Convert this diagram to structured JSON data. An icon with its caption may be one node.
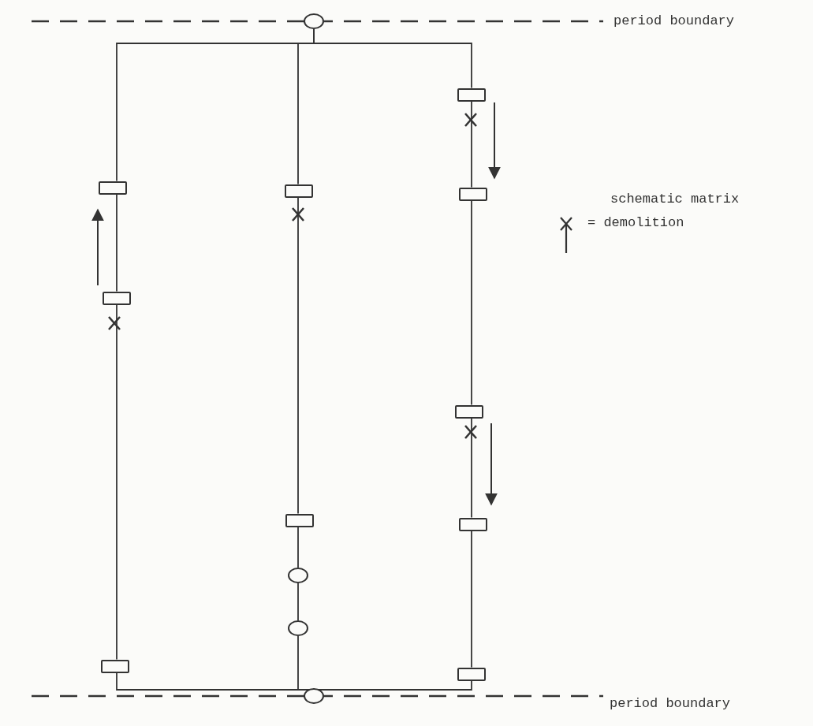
{
  "diagram": {
    "nodes": [
      {
        "text": [],
        "shape": "ellipse"
      },
      {
        "text": [],
        "shape": "box"
      },
      {
        "text": [],
        "shape": "box"
      },
      {
        "text": [],
        "shape": "box"
      },
      {
        "text": [],
        "shape": "box"
      },
      {
        "text": [],
        "shape": "box"
      },
      {
        "text": [],
        "shape": "box"
      },
      {
        "text": [],
        "shape": "box"
      },
      {
        "text": [],
        "shape": "box"
      },
      {
        "text": [],
        "shape": "ellipse"
      },
      {
        "text": [],
        "shape": "ellipse"
      },
      {
        "text": [],
        "shape": "box"
      },
      {
        "text": [],
        "shape": "box"
      },
      {
        "text": [],
        "shape": "ellipse"
      }
    ],
    "edges": [
      {
        "from": 0,
        "to": 2,
        "arrow": "none"
      },
      {
        "from": 0,
        "to": 3,
        "arrow": "none"
      },
      {
        "from": 0,
        "to": 1,
        "arrow": "none"
      },
      {
        "from": 2,
        "to": 5,
        "arrow": "none"
      },
      {
        "from": 5,
        "to": 11,
        "arrow": "none"
      },
      {
        "from": 11,
        "to": 13,
        "arrow": "none"
      },
      {
        "from": 3,
        "to": 7,
        "arrow": "none"
      },
      {
        "from": 7,
        "to": 9,
        "arrow": "none"
      },
      {
        "from": 9,
        "to": 10,
        "arrow": "none"
      },
      {
        "from": 10,
        "to": 13,
        "arrow": "none"
      },
      {
        "from": 1,
        "to": 4,
        "arrow": "none"
      },
      {
        "from": 4,
        "to": 6,
        "arrow": "none"
      },
      {
        "from": 6,
        "to": 8,
        "arrow": "none"
      },
      {
        "from": 8,
        "to": 12,
        "arrow": "none"
      },
      {
        "from": 12,
        "to": 13,
        "arrow": "none"
      }
    ],
    "labels": [
      "period boundary",
      "schematic matrix",
      "period boundary"
    ],
    "legend": [
      {
        "text": "= demolition"
      }
    ]
  }
}
